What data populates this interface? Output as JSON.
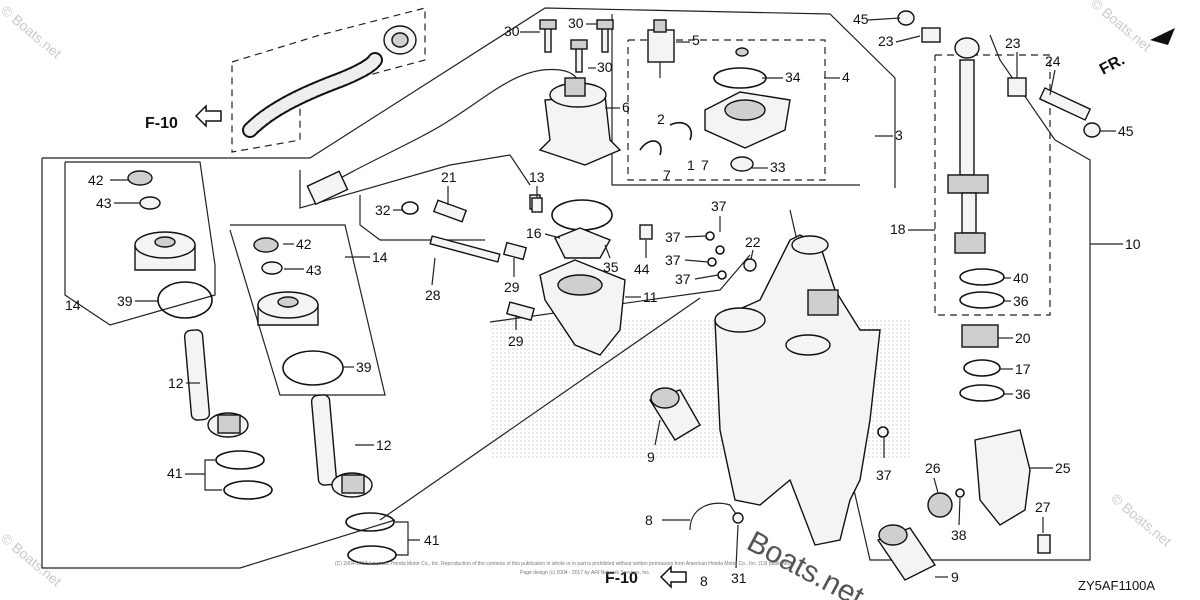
{
  "diagram_code": "ZY5AF1100A",
  "watermark": "© Boats.net",
  "watermark_large": "Boats.net",
  "ref_labels": {
    "f10": "F-10",
    "fr": "FR."
  },
  "copyright": {
    "line1": "(C) 2004-2017 American Honda Motor Co., Inc. Reproduction of the contents of this publication in whole or in part is prohibited without written permission from American Honda Motor Co., Inc. (13) published",
    "line2": "Page design (c) 2004 - 2017 by ARI Network Services, Inc."
  },
  "callouts": {
    "c1": "1",
    "c2": "2",
    "c3": "3",
    "c4": "4",
    "c5": "5",
    "c6": "6",
    "c7a": "7",
    "c7b": "7",
    "c8a": "8",
    "c8b": "8",
    "c9a": "9",
    "c9b": "9",
    "c10": "10",
    "c11": "11",
    "c12a": "12",
    "c12b": "12",
    "c13": "13",
    "c14a": "14",
    "c14b": "14",
    "c16": "16",
    "c17": "17",
    "c18": "18",
    "c20": "20",
    "c21": "21",
    "c22": "22",
    "c23a": "23",
    "c23b": "23",
    "c24": "24",
    "c25": "25",
    "c26": "26",
    "c27": "27",
    "c28": "28",
    "c29a": "29",
    "c29b": "29",
    "c30a": "30",
    "c30b": "30",
    "c30c": "30",
    "c31": "31",
    "c32": "32",
    "c33": "33",
    "c34": "34",
    "c35": "35",
    "c36a": "36",
    "c36b": "36",
    "c37a": "37",
    "c37b": "37",
    "c37c": "37",
    "c37d": "37",
    "c37e": "37",
    "c38": "38",
    "c39a": "39",
    "c39b": "39",
    "c40": "40",
    "c41a": "41",
    "c41b": "41",
    "c42a": "42",
    "c42b": "42",
    "c43a": "43",
    "c43b": "43",
    "c44": "44",
    "c45a": "45",
    "c45b": "45"
  }
}
